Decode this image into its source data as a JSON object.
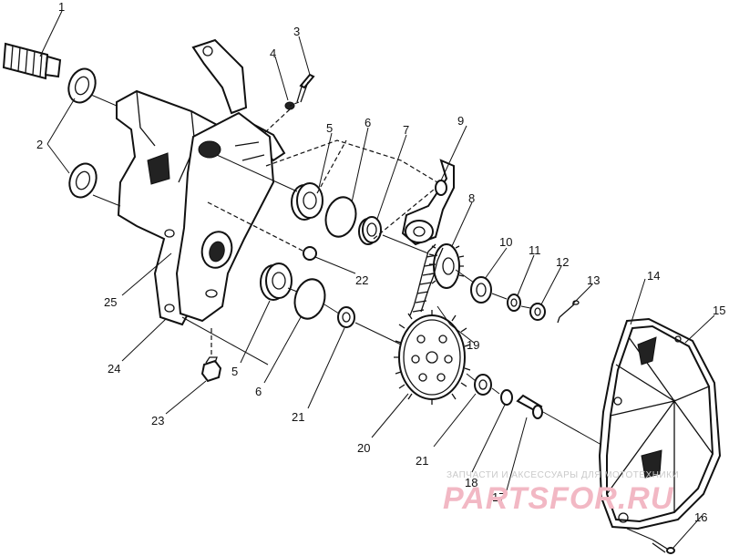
{
  "callouts": {
    "c1": "1",
    "c2": "2",
    "c3": "3",
    "c4": "4",
    "c5a": "5",
    "c5b": "5",
    "c6a": "6",
    "c6b": "6",
    "c7": "7",
    "c8": "8",
    "c9": "9",
    "c10": "10",
    "c11": "11",
    "c12": "12",
    "c13": "13",
    "c14": "14",
    "c15": "15",
    "c16": "16",
    "c17": "17",
    "c18": "18",
    "c19": "19",
    "c20": "20",
    "c21a": "21",
    "c21b": "21",
    "c22": "22",
    "c23": "23",
    "c24": "24",
    "c25": "25"
  },
  "watermark": {
    "tagline": "ЗАПЧАСТИ И АКСЕССУАРЫ ДЛЯ МОТОТЕХНИКИ",
    "brand": "PARTSFOR.RU",
    "brand_color": "#f2b8c4"
  }
}
